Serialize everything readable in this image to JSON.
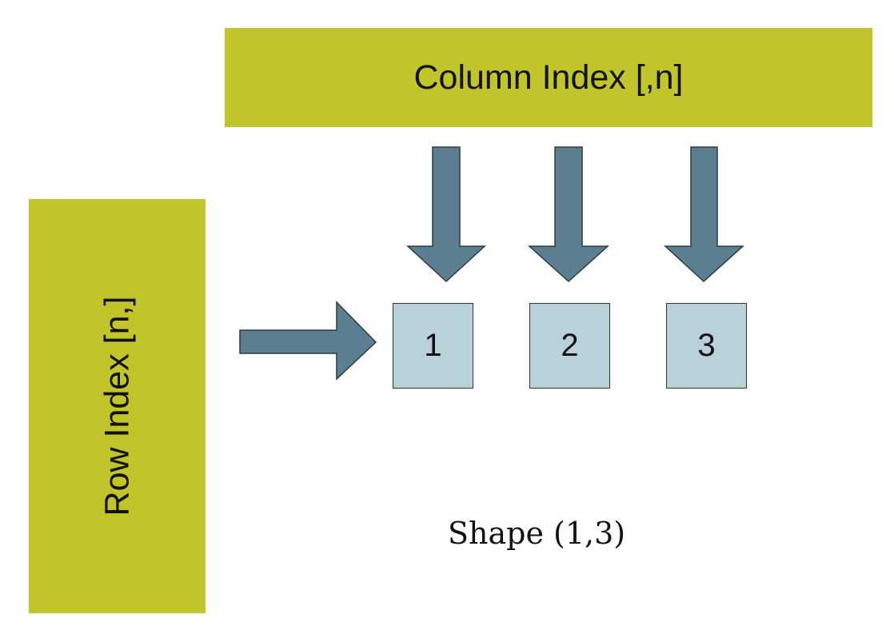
{
  "colors": {
    "banner": "#c2c52a",
    "arrow_fill": "#5b7f91",
    "arrow_stroke": "#2b3a42",
    "cell_fill": "#b9d2da",
    "cell_stroke": "#333333"
  },
  "column_index": {
    "label": "Column Index [,n]"
  },
  "row_index": {
    "label": "Row Index [n,]"
  },
  "cells": [
    "1",
    "2",
    "3"
  ],
  "shape": {
    "label": "Shape (1,3)"
  }
}
